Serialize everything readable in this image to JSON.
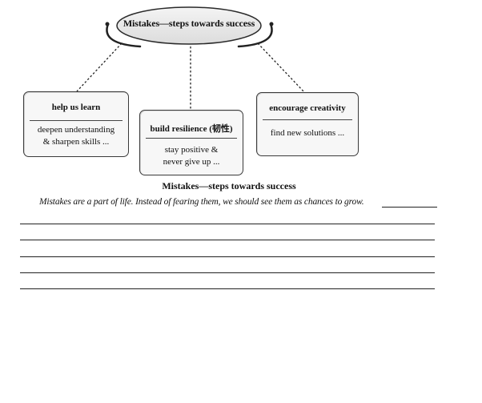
{
  "mind_map": {
    "center": "Mistakes—steps towards success",
    "branches": [
      {
        "title": "help us learn",
        "lines": [
          "deepen understanding",
          "& sharpen skills ..."
        ]
      },
      {
        "title": "build resilience (韧性)",
        "lines": [
          "stay positive &",
          "never give up ..."
        ]
      },
      {
        "title": "encourage creativity",
        "lines": [
          "find new solutions ..."
        ]
      }
    ]
  },
  "essay": {
    "title": "Mistakes—steps towards success",
    "opening": "Mistakes are a part of life. Instead of fearing them, we should see them as chances to grow.",
    "blank_lines": 5
  }
}
